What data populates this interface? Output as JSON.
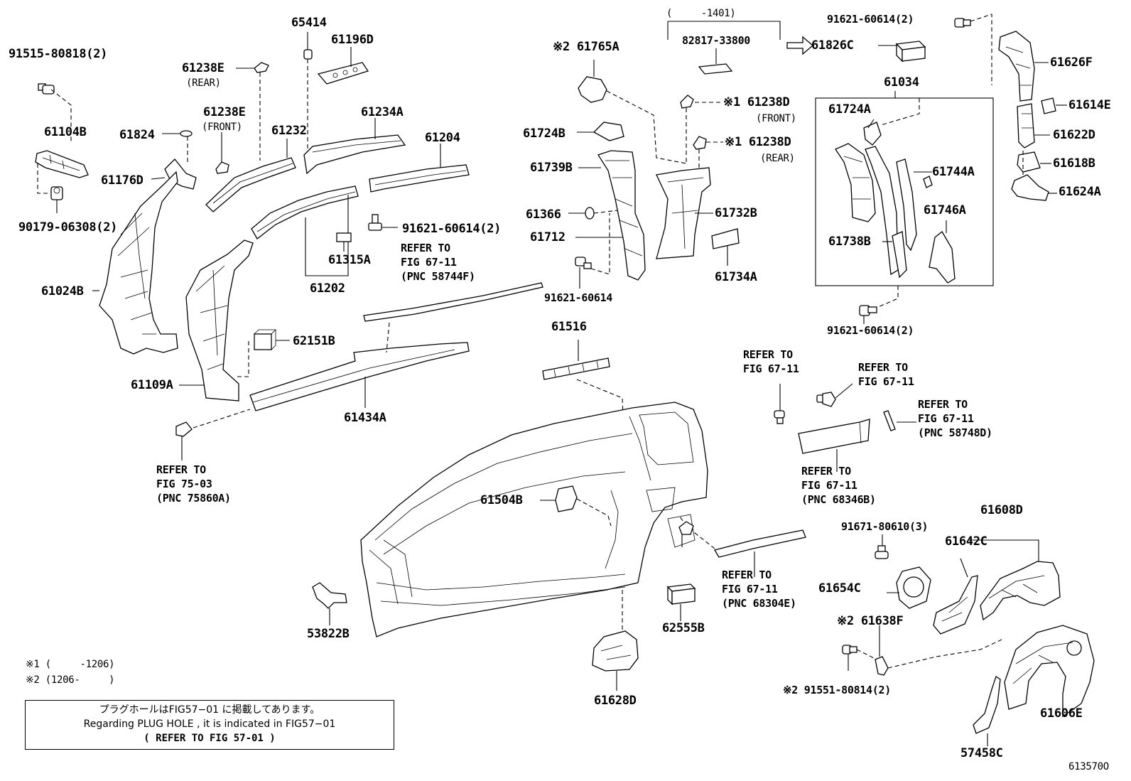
{
  "title_ref": "613570O",
  "labels": {
    "p91515": "91515-80818(2)",
    "p61104b": "61104B",
    "p90179": "90179-06308(2)",
    "p61238e_rear": "61238E",
    "rear1": "(REAR)",
    "p65414": "65414",
    "p61196d": "61196D",
    "p61238e_front": "61238E",
    "front1": "(FRONT)",
    "p61824": "61824",
    "p61176d": "61176D",
    "p61232": "61232",
    "p61234a": "61234A",
    "p61204": "61204",
    "p61024b": "61024B",
    "p91621a": "91621-60614(2)",
    "p61315a": "61315A",
    "p61202": "61202",
    "refer_58744f_1": "REFER TO",
    "refer_58744f_2": "FIG 67-11",
    "refer_58744f_3": "(PNC 58744F)",
    "p62151b": "62151B",
    "p61109a": "61109A",
    "p61434a": "61434A",
    "refer_75860a_1": "REFER TO",
    "refer_75860a_2": "FIG 75-03",
    "refer_75860a_3": "(PNC 75860A)",
    "p61765a": "※2 61765A",
    "p61724b": "61724B",
    "p61739b": "61739B",
    "p61366": "61366",
    "p61712": "61712",
    "p91621b": "91621-60614",
    "p61516": "61516",
    "range1401": "(     -1401)",
    "p82817": "82817-33800",
    "p61238d_front": "※1 61238D",
    "front2": "(FRONT)",
    "p61238d_rear": "※1 61238D",
    "rear2": "(REAR)",
    "p61732b": "61732B",
    "p61734a": "61734A",
    "p91621c": "91621-60614(2)",
    "p61826c": "61826C",
    "p61034": "61034",
    "p61724a": "61724A",
    "p61744a": "61744A",
    "p61746a": "61746A",
    "p61738b": "61738B",
    "p91621d": "91621-60614(2)",
    "p61626f": "61626F",
    "p61614e": "61614E",
    "p61622d": "61622D",
    "p61618b": "61618B",
    "p61624a": "61624A",
    "refer_a1": "REFER TO",
    "refer_a2": "FIG 67-11",
    "refer_b1": "REFER TO",
    "refer_b2": "FIG 67-11",
    "refer_58748d_1": "REFER TO",
    "refer_58748d_2": "FIG 67-11",
    "refer_58748d_3": "(PNC 58748D)",
    "refer_68346b_1": "REFER TO",
    "refer_68346b_2": "FIG 67-11",
    "refer_68346b_3": "(PNC 68346B)",
    "p61504b": "61504B",
    "p53822b": "53822B",
    "refer_68304e_1": "REFER TO",
    "refer_68304e_2": "FIG 67-11",
    "refer_68304e_3": "(PNC 68304E)",
    "p62555b": "62555B",
    "p61628d": "61628D",
    "p91671": "91671-80610(3)",
    "p61654c": "61654C",
    "p61638f": "※2 61638F",
    "p91551": "※2 91551-80814(2)",
    "p61608d": "61608D",
    "p61642c": "61642C",
    "p61606e": "61606E",
    "p57458c": "57458C",
    "footnote1": "※1 (     -1206)",
    "footnote2": "※2 (1206-     )"
  },
  "notebox": {
    "line1": "プラグホールはFIG57−01 に掲載してあります。",
    "line2": "Regarding  PLUG HOLE , it is indicated  in  FIG57−01",
    "line3": "(  REFER TO FIG 57-01  )"
  }
}
